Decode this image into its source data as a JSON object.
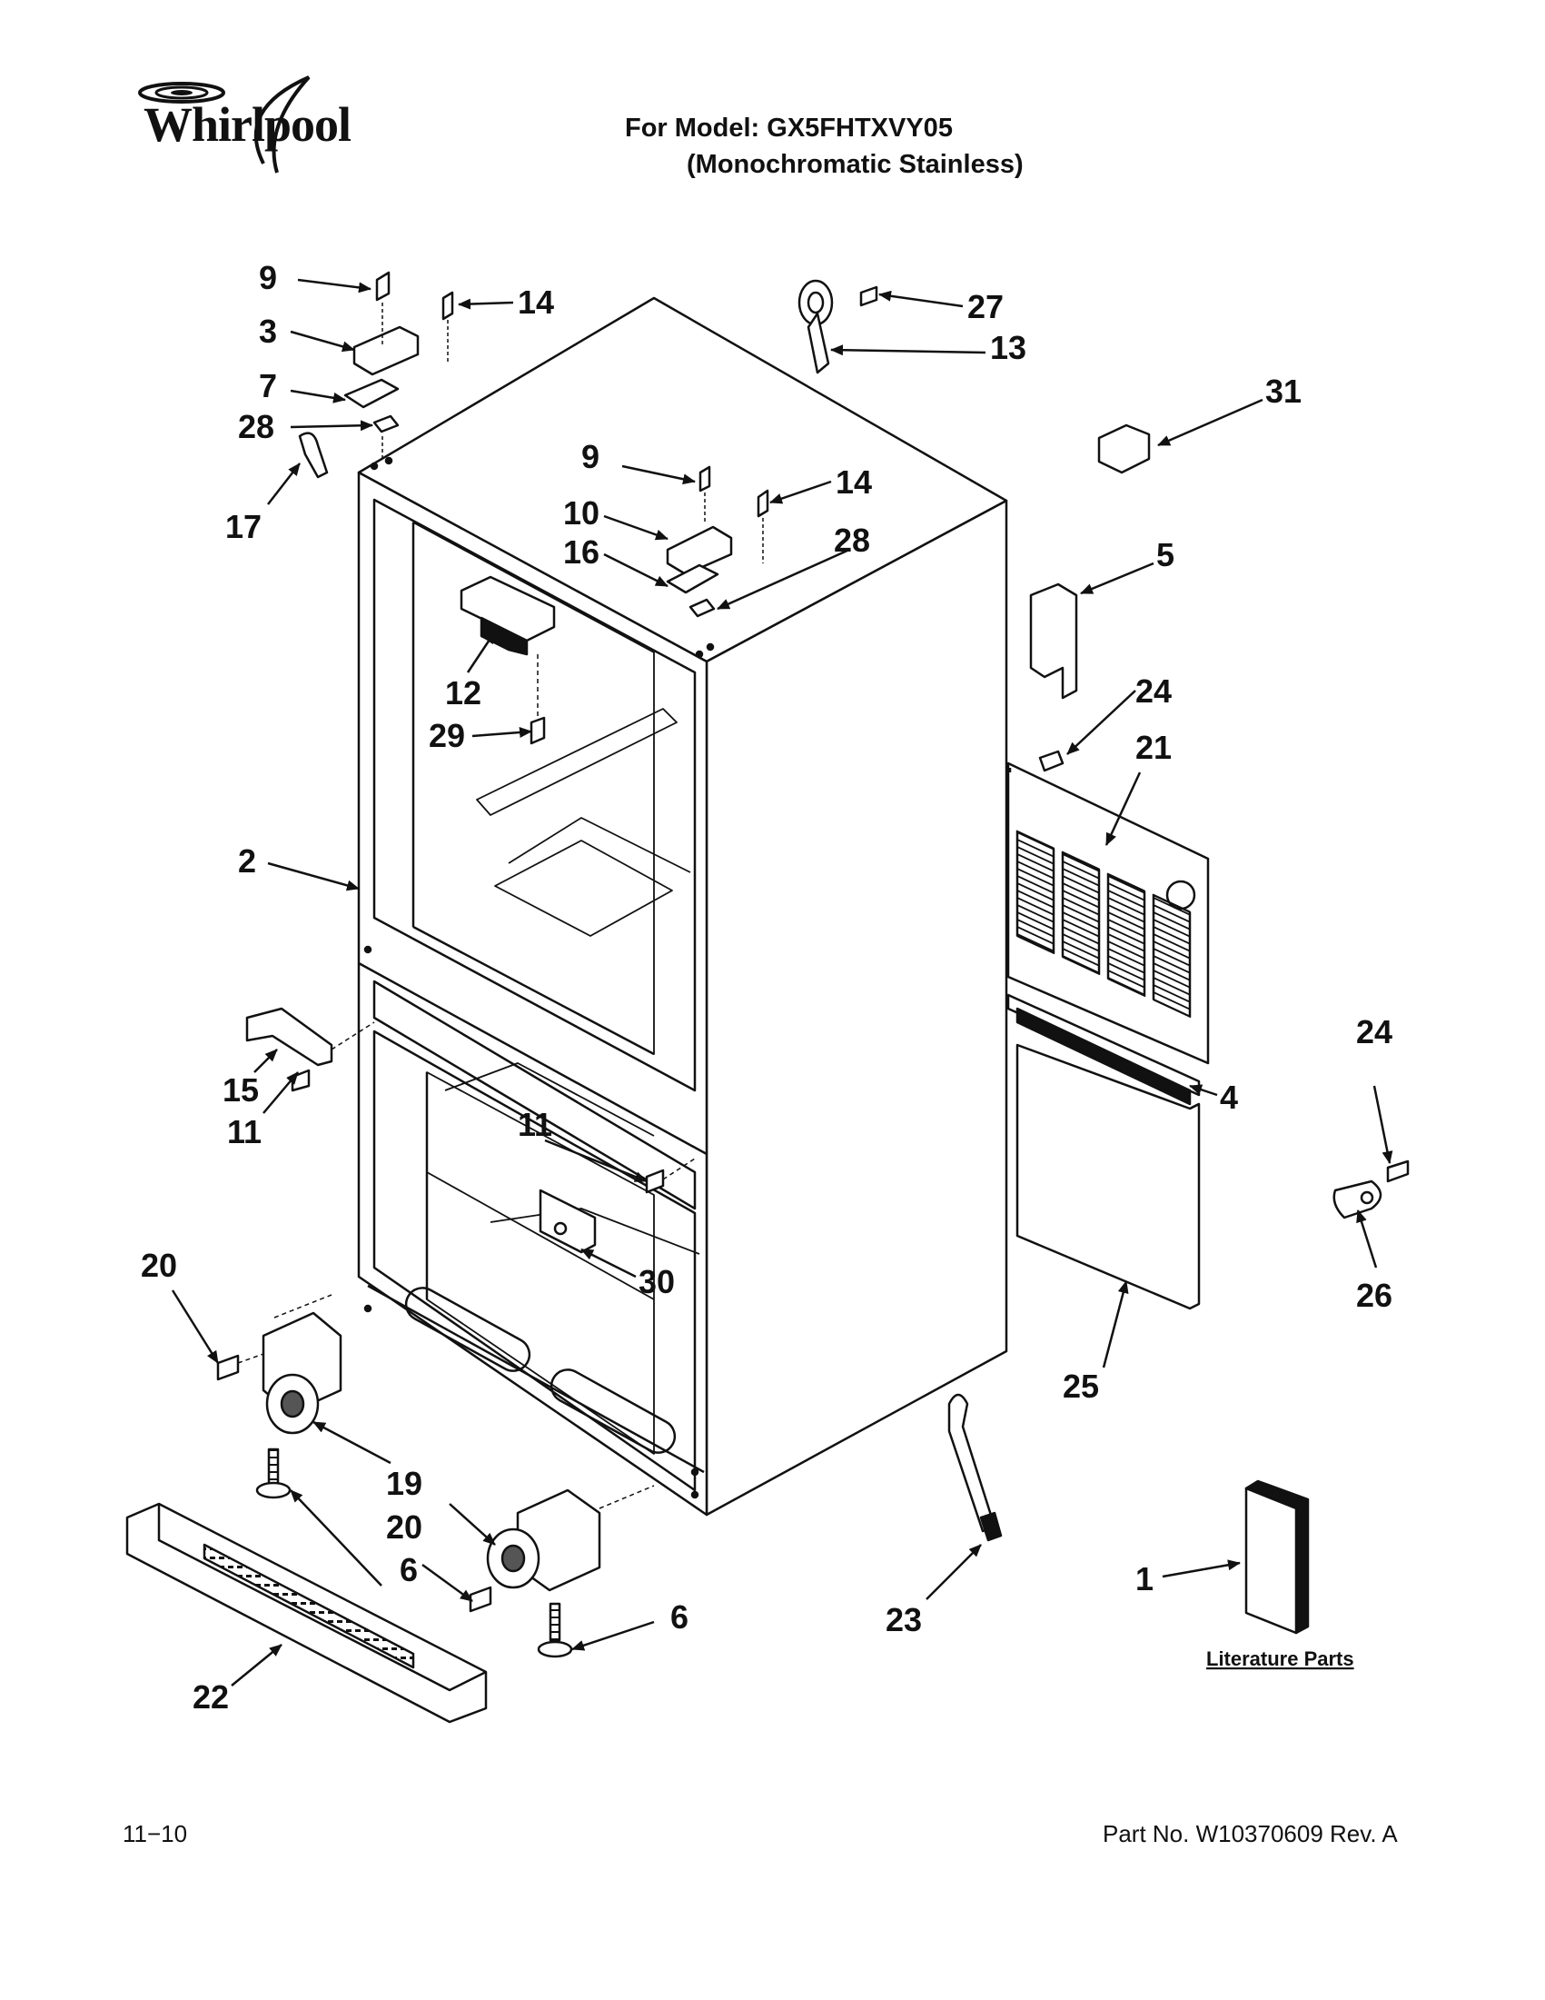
{
  "header": {
    "brand": "Whirlpool",
    "model_line": "For Model: GX5FHTXVY05",
    "variant_line": "(Monochromatic Stainless)"
  },
  "footer": {
    "date_code": "11−10",
    "part_number": "Part No. W10370609 Rev. A"
  },
  "literature_label": "Literature Parts",
  "callouts": {
    "c9a": "9",
    "c14a": "14",
    "c3": "3",
    "c7": "7",
    "c28a": "28",
    "c17": "17",
    "c27": "27",
    "c13": "13",
    "c31": "31",
    "c9b": "9",
    "c14b": "14",
    "c10": "10",
    "c16": "16",
    "c28b": "28",
    "c5": "5",
    "c12": "12",
    "c29": "29",
    "c24a": "24",
    "c21": "21",
    "c2": "2",
    "c15": "15",
    "c11a": "11",
    "c4": "4",
    "c24b": "24",
    "c11b": "11",
    "c26": "26",
    "c30": "30",
    "c20a": "20",
    "c25": "25",
    "c19": "19",
    "c20b": "20",
    "c6a": "6",
    "c6b": "6",
    "c23": "23",
    "c1": "1",
    "c22": "22"
  },
  "colors": {
    "ink": "#111111",
    "paper": "#ffffff",
    "shade": "#555555"
  }
}
